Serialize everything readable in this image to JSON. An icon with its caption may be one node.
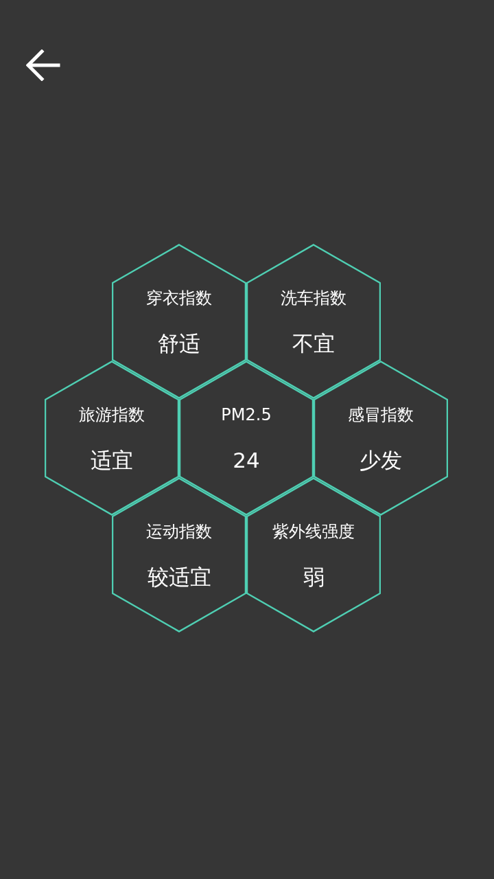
{
  "diagram": {
    "nodes": [
      {
        "text": [
          "穿衣指数",
          "舒适"
        ]
      },
      {
        "text": [
          "洗车指数",
          "不宜"
        ]
      },
      {
        "text": [
          "旅游指数",
          "适宜"
        ]
      },
      {
        "text": [
          "PM2.5",
          "24"
        ]
      },
      {
        "text": [
          "感冒指数",
          "少发"
        ]
      },
      {
        "text": [
          "运动指数",
          "较适宜"
        ]
      },
      {
        "text": [
          "紫外线强度",
          "弱"
        ]
      }
    ]
  }
}
